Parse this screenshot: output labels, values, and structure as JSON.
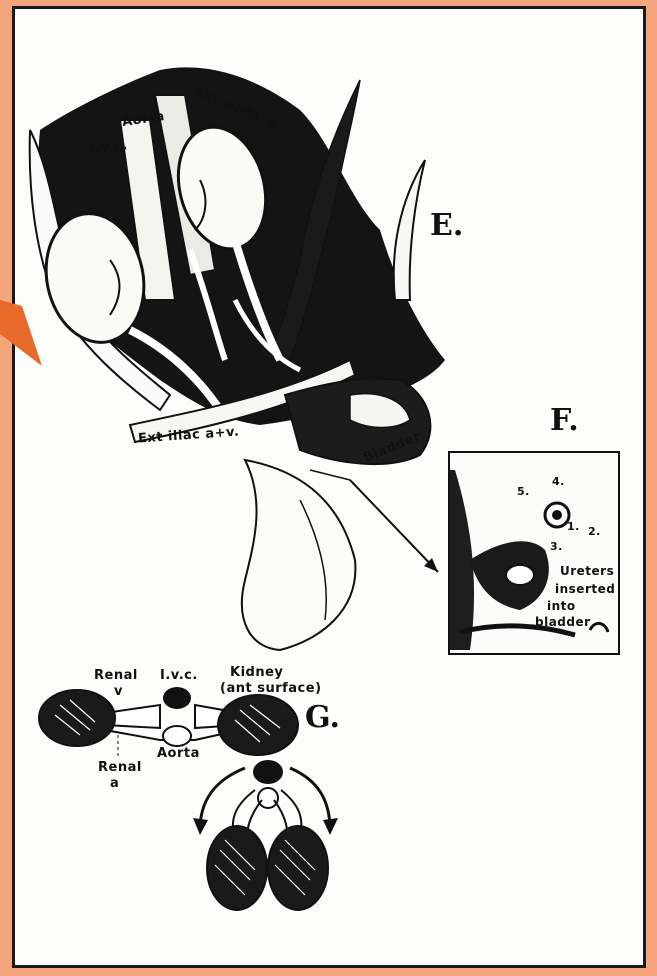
{
  "colors": {
    "frame_bg": "#f4a57c",
    "panel_bg": "#fdfdfb",
    "ink": "#111111",
    "arrow": "#e86a2a"
  },
  "figure_E": {
    "panel_label": "E.",
    "labels": {
      "ivc": "I.v.c.",
      "aorta": "Aorta",
      "ant_surface": "Ant surface",
      "ext_iliac": "Ext iliac a+v.",
      "bladder": "Bladder"
    }
  },
  "figure_F": {
    "panel_label": "F.",
    "numbers": [
      "1.",
      "2.",
      "3.",
      "4.",
      "5."
    ],
    "labels": {
      "ureters": "Ureters",
      "inserted": "inserted",
      "into": "into",
      "bladder": "bladder"
    }
  },
  "figure_G": {
    "panel_label": "G.",
    "labels": {
      "renal_v_top": "Renal",
      "renal_v_bottom": "v",
      "ivc": "I.v.c.",
      "kidney": "Kidney",
      "ant_surface": "(ant surface)",
      "aorta": "Aorta",
      "renal_a_top": "Renal",
      "renal_a_bottom": "a"
    }
  },
  "icons": {
    "pointer": "orange-pointer-arrow-icon"
  }
}
